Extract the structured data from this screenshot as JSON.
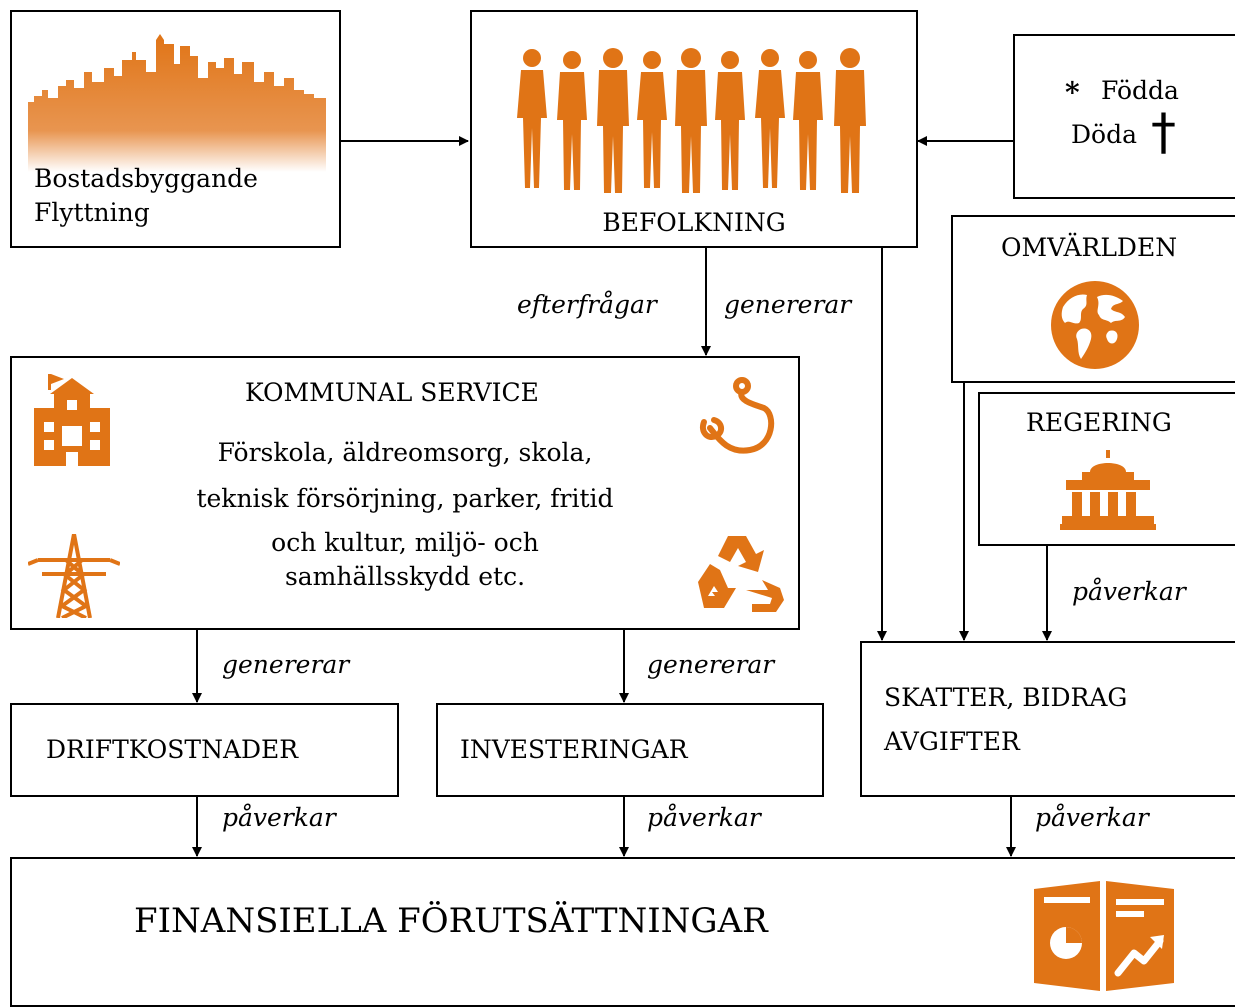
{
  "boxes": {
    "bostad": {
      "line1": "Bostadsbyggande",
      "line2": "Flyttning"
    },
    "befolkning": {
      "label": "BEFOLKNING"
    },
    "fodda_doda": {
      "fodda_marker": "*",
      "fodda": "Födda",
      "doda": "Döda",
      "doda_marker": "†"
    },
    "omvarlden": {
      "label": "OMVÄRLDEN"
    },
    "regering": {
      "label": "REGERING"
    },
    "kommunal_service": {
      "title": "KOMMUNAL SERVICE",
      "line1": "Förskola, äldreomsorg, skola,",
      "line2": "teknisk försörjning, parker, fritid",
      "line3": "och kultur, miljö- och",
      "line4": "samhällsskydd etc."
    },
    "driftkostnader": {
      "label": "DRIFTKOSTNADER"
    },
    "investeringar": {
      "label": "INVESTERINGAR"
    },
    "skatter": {
      "line1": "SKATTER, BIDRAG",
      "line2": "AVGIFTER"
    },
    "finansiella": {
      "label": "FINANSIELLA FÖRUTSÄTTNINGAR"
    }
  },
  "edge_labels": {
    "efterfragar": "efterfrågar",
    "genererar_top": "genererar",
    "genererar_drift": "genererar",
    "genererar_inv": "genererar",
    "paverkar_regering": "påverkar",
    "paverkar_drift": "påverkar",
    "paverkar_inv": "påverkar",
    "paverkar_skatter": "påverkar"
  },
  "colors": {
    "accent": "#E07416",
    "line": "#000000"
  },
  "icons": [
    "city-skyline-icon",
    "people-group-icon",
    "globe-icon",
    "government-building-icon",
    "school-building-icon",
    "stethoscope-icon",
    "power-pylon-icon",
    "recycle-icon",
    "finance-report-icon"
  ]
}
